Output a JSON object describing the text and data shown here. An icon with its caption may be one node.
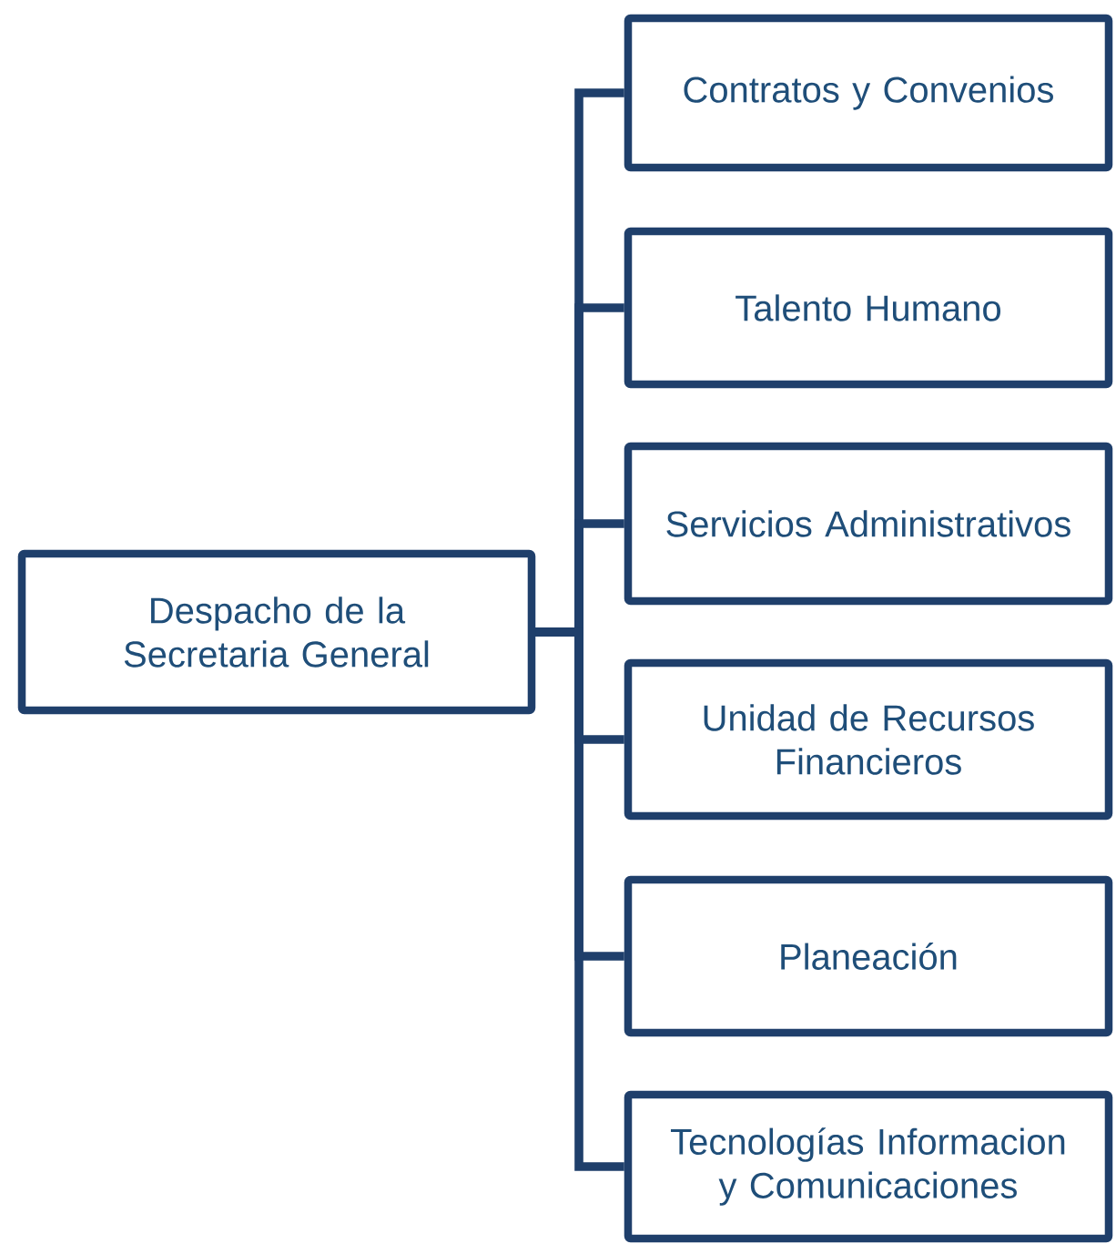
{
  "diagram": {
    "nodes": [
      {
        "text": [
          "Despacho de la Secretaria General"
        ]
      },
      {
        "text": [
          "Contratos y Convenios"
        ]
      },
      {
        "text": [
          "Talento Humano"
        ]
      },
      {
        "text": [
          "Servicios Administrativos"
        ]
      },
      {
        "text": [
          "Unidad de Recursos Financieros"
        ]
      },
      {
        "text": [
          "Planeación"
        ]
      },
      {
        "text": [
          "Tecnologías Informacion y Comunicaciones"
        ]
      }
    ],
    "edges": [
      {
        "from": 0,
        "to": 1,
        "arrow": "none"
      },
      {
        "from": 0,
        "to": 2,
        "arrow": "none"
      },
      {
        "from": 0,
        "to": 3,
        "arrow": "none"
      },
      {
        "from": 0,
        "to": 4,
        "arrow": "none"
      },
      {
        "from": 0,
        "to": 5,
        "arrow": "none"
      },
      {
        "from": 0,
        "to": 6,
        "arrow": "none"
      }
    ]
  }
}
